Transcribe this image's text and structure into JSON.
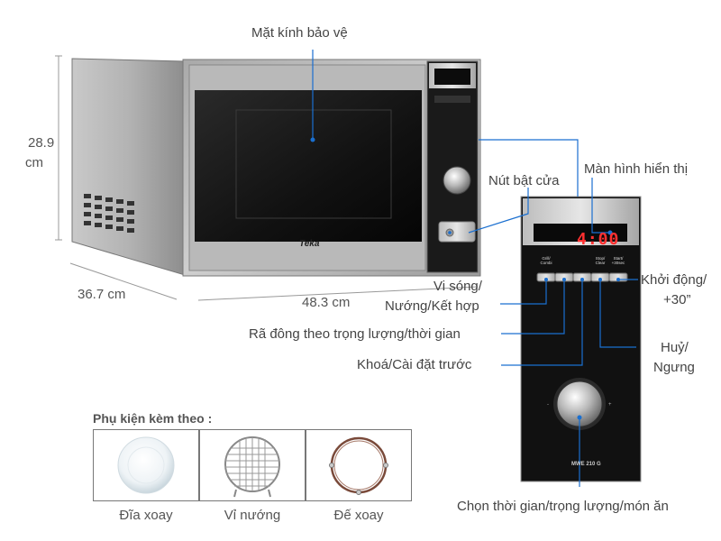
{
  "callouts": {
    "glass": "Mặt kính bảo vệ",
    "display": "Màn hình hiển thị",
    "door_button": "Nút bật cửa",
    "start": "Khởi động/\n+30”",
    "start_line1": "Khởi động/",
    "start_line2": "+30”",
    "micro_line1": "Vi sóng/",
    "micro_line2": "Nướng/Kết hợp",
    "defrost": "Rã đông theo trọng lượng/thời gian",
    "lock": "Khoá/Cài đặt trước",
    "stop_line1": "Huỷ/",
    "stop_line2": "Ngưng",
    "dial": "Chọn thời gian/trọng lượng/món ăn"
  },
  "dimensions": {
    "height_value": "28.9",
    "height_unit": "cm",
    "depth": "36.7 cm",
    "width": "48.3 cm"
  },
  "panel": {
    "display_digits": "4:00",
    "model": "MWE 210 G",
    "buttons": [
      "Grill/ Combi",
      "",
      "",
      "Stop/ Clear",
      "Start/ +30sec"
    ]
  },
  "brand": "Teka",
  "accessories": {
    "title": "Phụ kiện kèm theo :",
    "items": [
      {
        "label": "Đĩa xoay",
        "icon": "glass-turntable-icon"
      },
      {
        "label": "Vỉ nướng",
        "icon": "grill-rack-icon"
      },
      {
        "label": "Đế xoay",
        "icon": "roller-ring-icon"
      }
    ]
  },
  "colors": {
    "callout_line": "#1a6fd0",
    "display_red": "#ff3030"
  }
}
